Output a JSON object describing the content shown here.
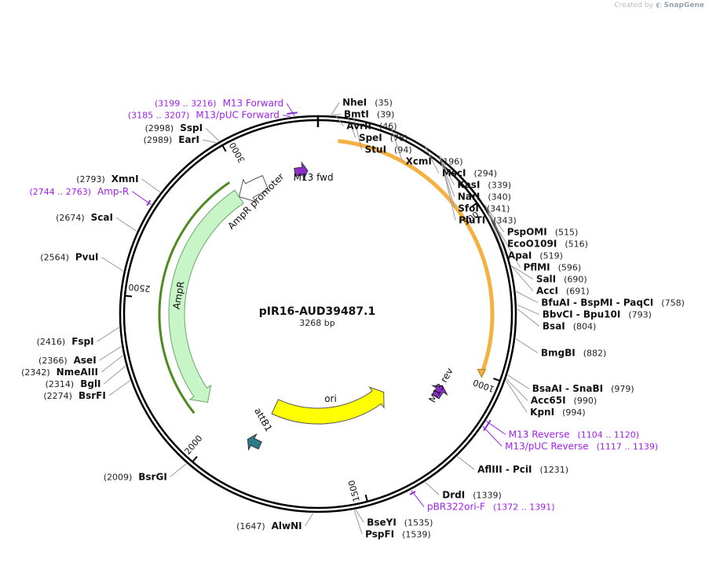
{
  "credit": {
    "prefix": "Created by",
    "brand": "SnapGene"
  },
  "plasmid": {
    "name": "pIR16-AUD39487.1",
    "size_label": "3268 bp",
    "length": 3268
  },
  "ticks": [
    "500",
    "1000",
    "1500",
    "2000",
    "2500",
    "3000"
  ],
  "tick_positions": [
    500,
    1000,
    1500,
    2000,
    2500,
    3000
  ],
  "colors": {
    "orange": "#f5b041",
    "green": "#c8f5c8",
    "green_border": "#4e8a1e",
    "yellow": "#ffff00",
    "purple": "#8b2fc9",
    "teal": "#2a7a8a",
    "white": "#ffffff"
  },
  "features": [
    {
      "label": "ori",
      "start": 1270,
      "end": 1860,
      "direction": -1,
      "color": "#ffff00"
    },
    {
      "label": "AmpR",
      "start": 2100,
      "end": 2960,
      "direction": -1,
      "color": "#c8f5c8"
    },
    {
      "label": "AmpR promoter",
      "start": 2960,
      "end": 3070,
      "direction": -1,
      "color": "#ffffff"
    },
    {
      "label": "attB1",
      "start": 1865,
      "end": 1885,
      "direction": 1,
      "color": "#2a7a8a"
    },
    {
      "label": "M13 fwd",
      "start": 3199,
      "end": 3216,
      "direction": 1,
      "color": "#8b2fc9"
    },
    {
      "label": "M13 rev",
      "start": 1104,
      "end": 1120,
      "direction": -1,
      "color": "#8b2fc9"
    }
  ],
  "orange_arc": {
    "start": 60,
    "end": 1000
  },
  "enzymes": [
    {
      "name": "NheI",
      "pos": "(35)",
      "side": "right",
      "site": 35
    },
    {
      "name": "BmtI",
      "pos": "(39)",
      "side": "right",
      "site": 39
    },
    {
      "name": "AvrII",
      "pos": "(46)",
      "side": "right",
      "site": 46
    },
    {
      "name": "SpeI",
      "pos": "(78)",
      "side": "right",
      "site": 78
    },
    {
      "name": "StuI",
      "pos": "(94)",
      "side": "right",
      "site": 94
    },
    {
      "name": "XcmI",
      "pos": "(196)",
      "side": "right",
      "site": 196
    },
    {
      "name": "MscI",
      "pos": "(294)",
      "side": "right",
      "site": 294
    },
    {
      "name": "KasI",
      "pos": "(339)",
      "side": "right",
      "site": 339
    },
    {
      "name": "NarI",
      "pos": "(340)",
      "side": "right",
      "site": 340
    },
    {
      "name": "SfoI",
      "pos": "(341)",
      "side": "right",
      "site": 341
    },
    {
      "name": "PluTI",
      "pos": "(343)",
      "side": "right",
      "site": 343
    },
    {
      "name": "PspOMI",
      "pos": "(515)",
      "side": "right",
      "site": 515
    },
    {
      "name": "EcoO109I",
      "pos": "(516)",
      "side": "right",
      "site": 516
    },
    {
      "name": "ApaI",
      "pos": "(519)",
      "side": "right",
      "site": 519
    },
    {
      "name": "PflMI",
      "pos": "(596)",
      "side": "right",
      "site": 596
    },
    {
      "name": "SalI",
      "pos": "(690)",
      "side": "right",
      "site": 690
    },
    {
      "name": "AccI",
      "pos": "(691)",
      "side": "right",
      "site": 691
    },
    {
      "name": "BfuAI - BspMI - PaqCI",
      "pos": "(758)",
      "side": "right",
      "site": 758
    },
    {
      "name": "BbvCI - Bpu10I",
      "pos": "(793)",
      "side": "right",
      "site": 793
    },
    {
      "name": "BsaI",
      "pos": "(804)",
      "side": "right",
      "site": 804
    },
    {
      "name": "BmgBI",
      "pos": "(882)",
      "side": "right",
      "site": 882
    },
    {
      "name": "BsaAI - SnaBI",
      "pos": "(979)",
      "side": "right",
      "site": 979
    },
    {
      "name": "Acc65I",
      "pos": "(990)",
      "side": "right",
      "site": 990
    },
    {
      "name": "KpnI",
      "pos": "(994)",
      "side": "right",
      "site": 994
    },
    {
      "name": "AflIII - PciI",
      "pos": "(1231)",
      "side": "right",
      "site": 1231
    },
    {
      "name": "DrdI",
      "pos": "(1339)",
      "side": "right",
      "site": 1339
    },
    {
      "name": "BseYI",
      "pos": "(1535)",
      "side": "right",
      "site": 1535
    },
    {
      "name": "PspFI",
      "pos": "(1539)",
      "side": "right",
      "site": 1539
    },
    {
      "name": "AlwNI",
      "pos": "(1647)",
      "side": "left",
      "site": 1647
    },
    {
      "name": "BsrGI",
      "pos": "(2009)",
      "side": "left",
      "site": 2009
    },
    {
      "name": "BsrFI",
      "pos": "(2274)",
      "side": "left",
      "site": 2274
    },
    {
      "name": "BglI",
      "pos": "(2314)",
      "side": "left",
      "site": 2314
    },
    {
      "name": "NmeAIII",
      "pos": "(2342)",
      "side": "left",
      "site": 2342
    },
    {
      "name": "AseI",
      "pos": "(2366)",
      "side": "left",
      "site": 2366
    },
    {
      "name": "FspI",
      "pos": "(2416)",
      "side": "left",
      "site": 2416
    },
    {
      "name": "PvuI",
      "pos": "(2564)",
      "side": "left",
      "site": 2564
    },
    {
      "name": "ScaI",
      "pos": "(2674)",
      "side": "left",
      "site": 2674
    },
    {
      "name": "XmnI",
      "pos": "(2793)",
      "side": "left",
      "site": 2793
    },
    {
      "name": "EarI",
      "pos": "(2989)",
      "side": "left",
      "site": 2989
    },
    {
      "name": "SspI",
      "pos": "(2998)",
      "side": "left",
      "site": 2998
    }
  ],
  "primers": [
    {
      "name": "M13 Forward",
      "pos": "(3199 .. 3216)",
      "side": "left",
      "site": 3207
    },
    {
      "name": "M13/pUC Forward",
      "pos": "(3185 .. 3207)",
      "side": "left",
      "site": 3196
    },
    {
      "name": "Amp-R",
      "pos": "(2744 .. 2763)",
      "side": "left",
      "site": 2753
    },
    {
      "name": "M13 Reverse",
      "pos": "(1104 .. 1120)",
      "side": "right",
      "site": 1112
    },
    {
      "name": "M13/pUC Reverse",
      "pos": "(1117 .. 1139)",
      "side": "right",
      "site": 1128
    },
    {
      "name": "pBR322ori-F",
      "pos": "(1372 .. 1391)",
      "side": "right",
      "site": 1381
    }
  ]
}
